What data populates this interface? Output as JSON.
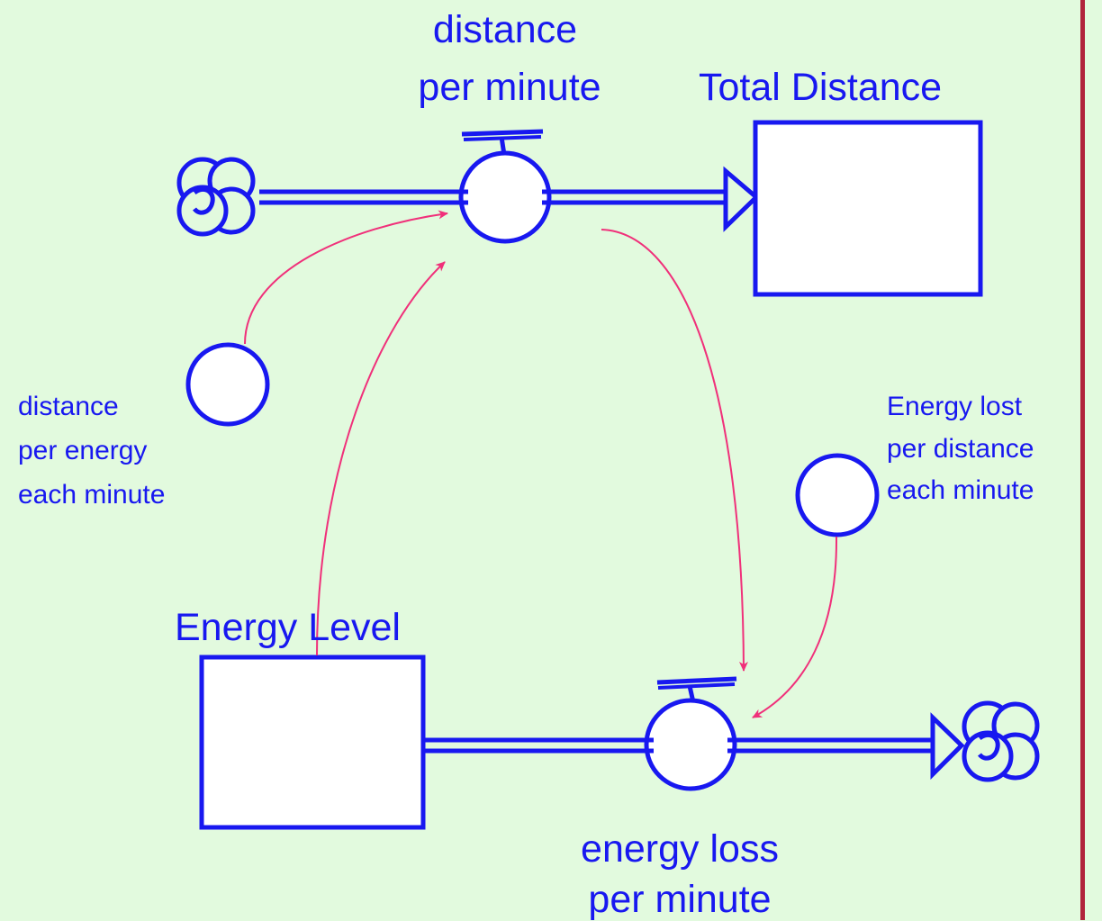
{
  "colors": {
    "background": "#e2fade",
    "element": "#1818f0",
    "link": "#f0307a",
    "border": "#b1243c",
    "fill": "#ffffff"
  },
  "icons": {
    "source_cloud": "cloud-icon",
    "sink_cloud": "cloud-icon",
    "valve": "valve-icon"
  },
  "stocks": [
    {
      "id": "total-distance",
      "label": "Total Distance"
    },
    {
      "id": "energy-level",
      "label": "Energy Level"
    }
  ],
  "flows": [
    {
      "id": "distance-per-minute",
      "label_line1": "distance",
      "label_line2": "per minute",
      "from": "cloud",
      "to": "Total Distance"
    },
    {
      "id": "energy-loss-per-minute",
      "label_line1": "energy loss",
      "label_line2": "per minute",
      "from": "Energy Level",
      "to": "cloud"
    }
  ],
  "converters": [
    {
      "id": "distance-per-energy",
      "line1": "distance",
      "line2": "per energy",
      "line3": "each minute"
    },
    {
      "id": "energy-lost-per-distance",
      "line1": "Energy lost",
      "line2": "per distance",
      "line3": "each minute"
    }
  ],
  "connectors": [
    {
      "from": "distance per energy each minute",
      "to": "distance per minute"
    },
    {
      "from": "Energy Level",
      "to": "distance per minute"
    },
    {
      "from": "distance per minute",
      "to": "energy loss per minute"
    },
    {
      "from": "Energy lost per distance each minute",
      "to": "energy loss per minute"
    }
  ]
}
